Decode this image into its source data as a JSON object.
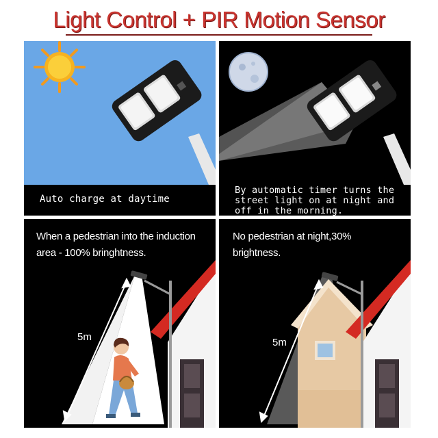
{
  "title": "Light Control + PIR Motion Sensor",
  "panels": {
    "daytime": {
      "caption": "Auto charge at daytime"
    },
    "night_timer": {
      "caption_lines": [
        "By automatic timer turns the",
        "street light on at night and",
        "off in the morning."
      ]
    },
    "pedestrian": {
      "caption_lines": [
        "When a pedestrian into the induction",
        "area - 100% bringhtness."
      ],
      "distance": "5m"
    },
    "no_pedestrian": {
      "caption_lines": [
        "No pedestrian at night,30%",
        "brightness."
      ],
      "distance": "5m"
    }
  },
  "colors": {
    "sky": "#6aa7e6",
    "title_red": "#c8342f",
    "roof_red": "#d42a22",
    "house_beige": "#e7c9a4"
  }
}
